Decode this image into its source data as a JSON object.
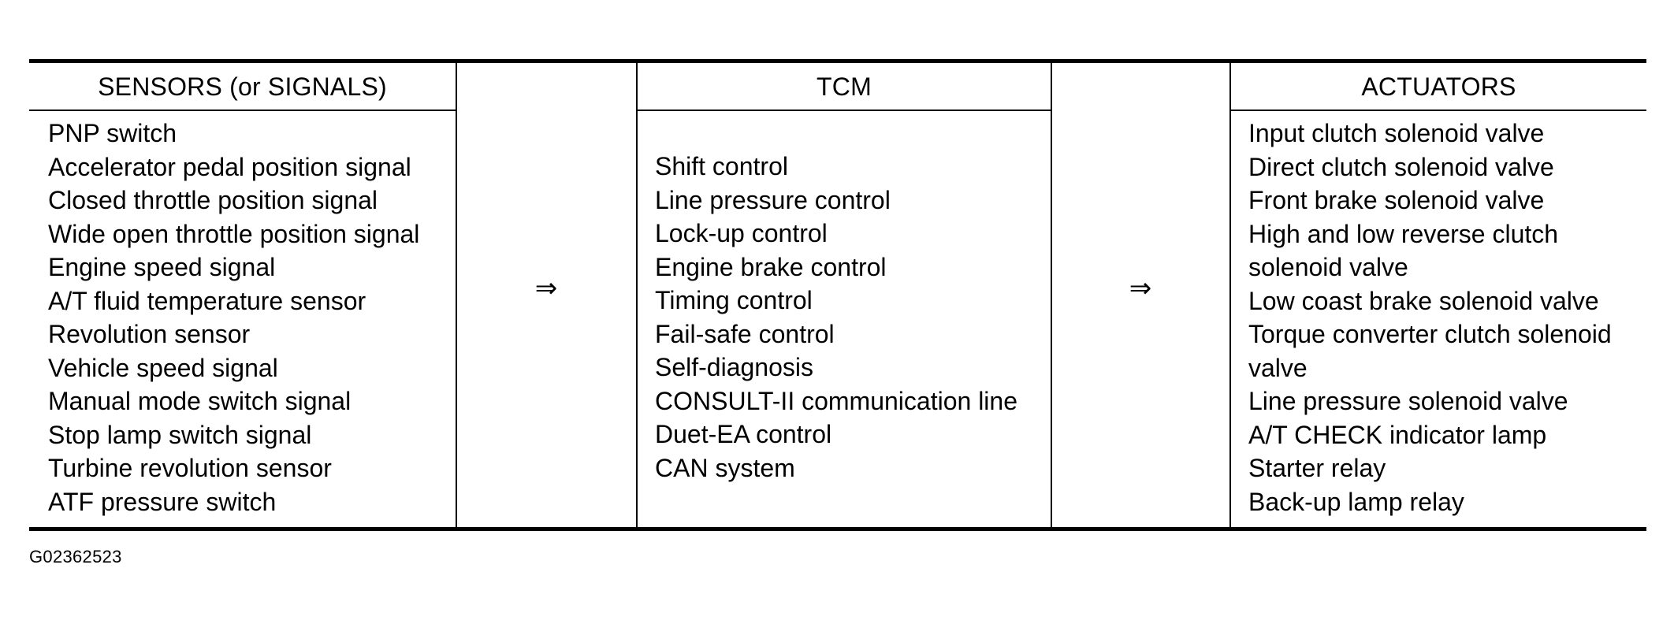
{
  "table": {
    "sensors": {
      "header": "SENSORS (or SIGNALS)",
      "items": [
        "PNP switch",
        "Accelerator pedal position signal",
        "Closed throttle position signal",
        "Wide open throttle position signal",
        "Engine speed signal",
        "A/T fluid temperature sensor",
        "Revolution sensor",
        "Vehicle speed signal",
        "Manual mode switch signal",
        "Stop lamp switch signal",
        "Turbine revolution sensor",
        "ATF pressure switch"
      ]
    },
    "arrow_1": "⇒",
    "tcm": {
      "header": "TCM",
      "items": [
        "Shift control",
        "Line pressure control",
        "Lock-up control",
        "Engine brake control",
        "Timing control",
        "Fail-safe control",
        "Self-diagnosis",
        "CONSULT-II communication line",
        "Duet-EA control",
        "CAN system"
      ]
    },
    "arrow_2": "⇒",
    "actuators": {
      "header": "ACTUATORS",
      "items": [
        "Input clutch solenoid valve",
        "Direct clutch solenoid valve",
        "Front brake solenoid valve",
        "High and low reverse clutch",
        "solenoid valve",
        "Low coast brake solenoid valve",
        "Torque converter clutch solenoid",
        "valve",
        "Line pressure solenoid valve",
        "A/T CHECK indicator lamp",
        "Starter relay",
        "Back-up lamp relay"
      ]
    }
  },
  "figure_id": "G02362523"
}
